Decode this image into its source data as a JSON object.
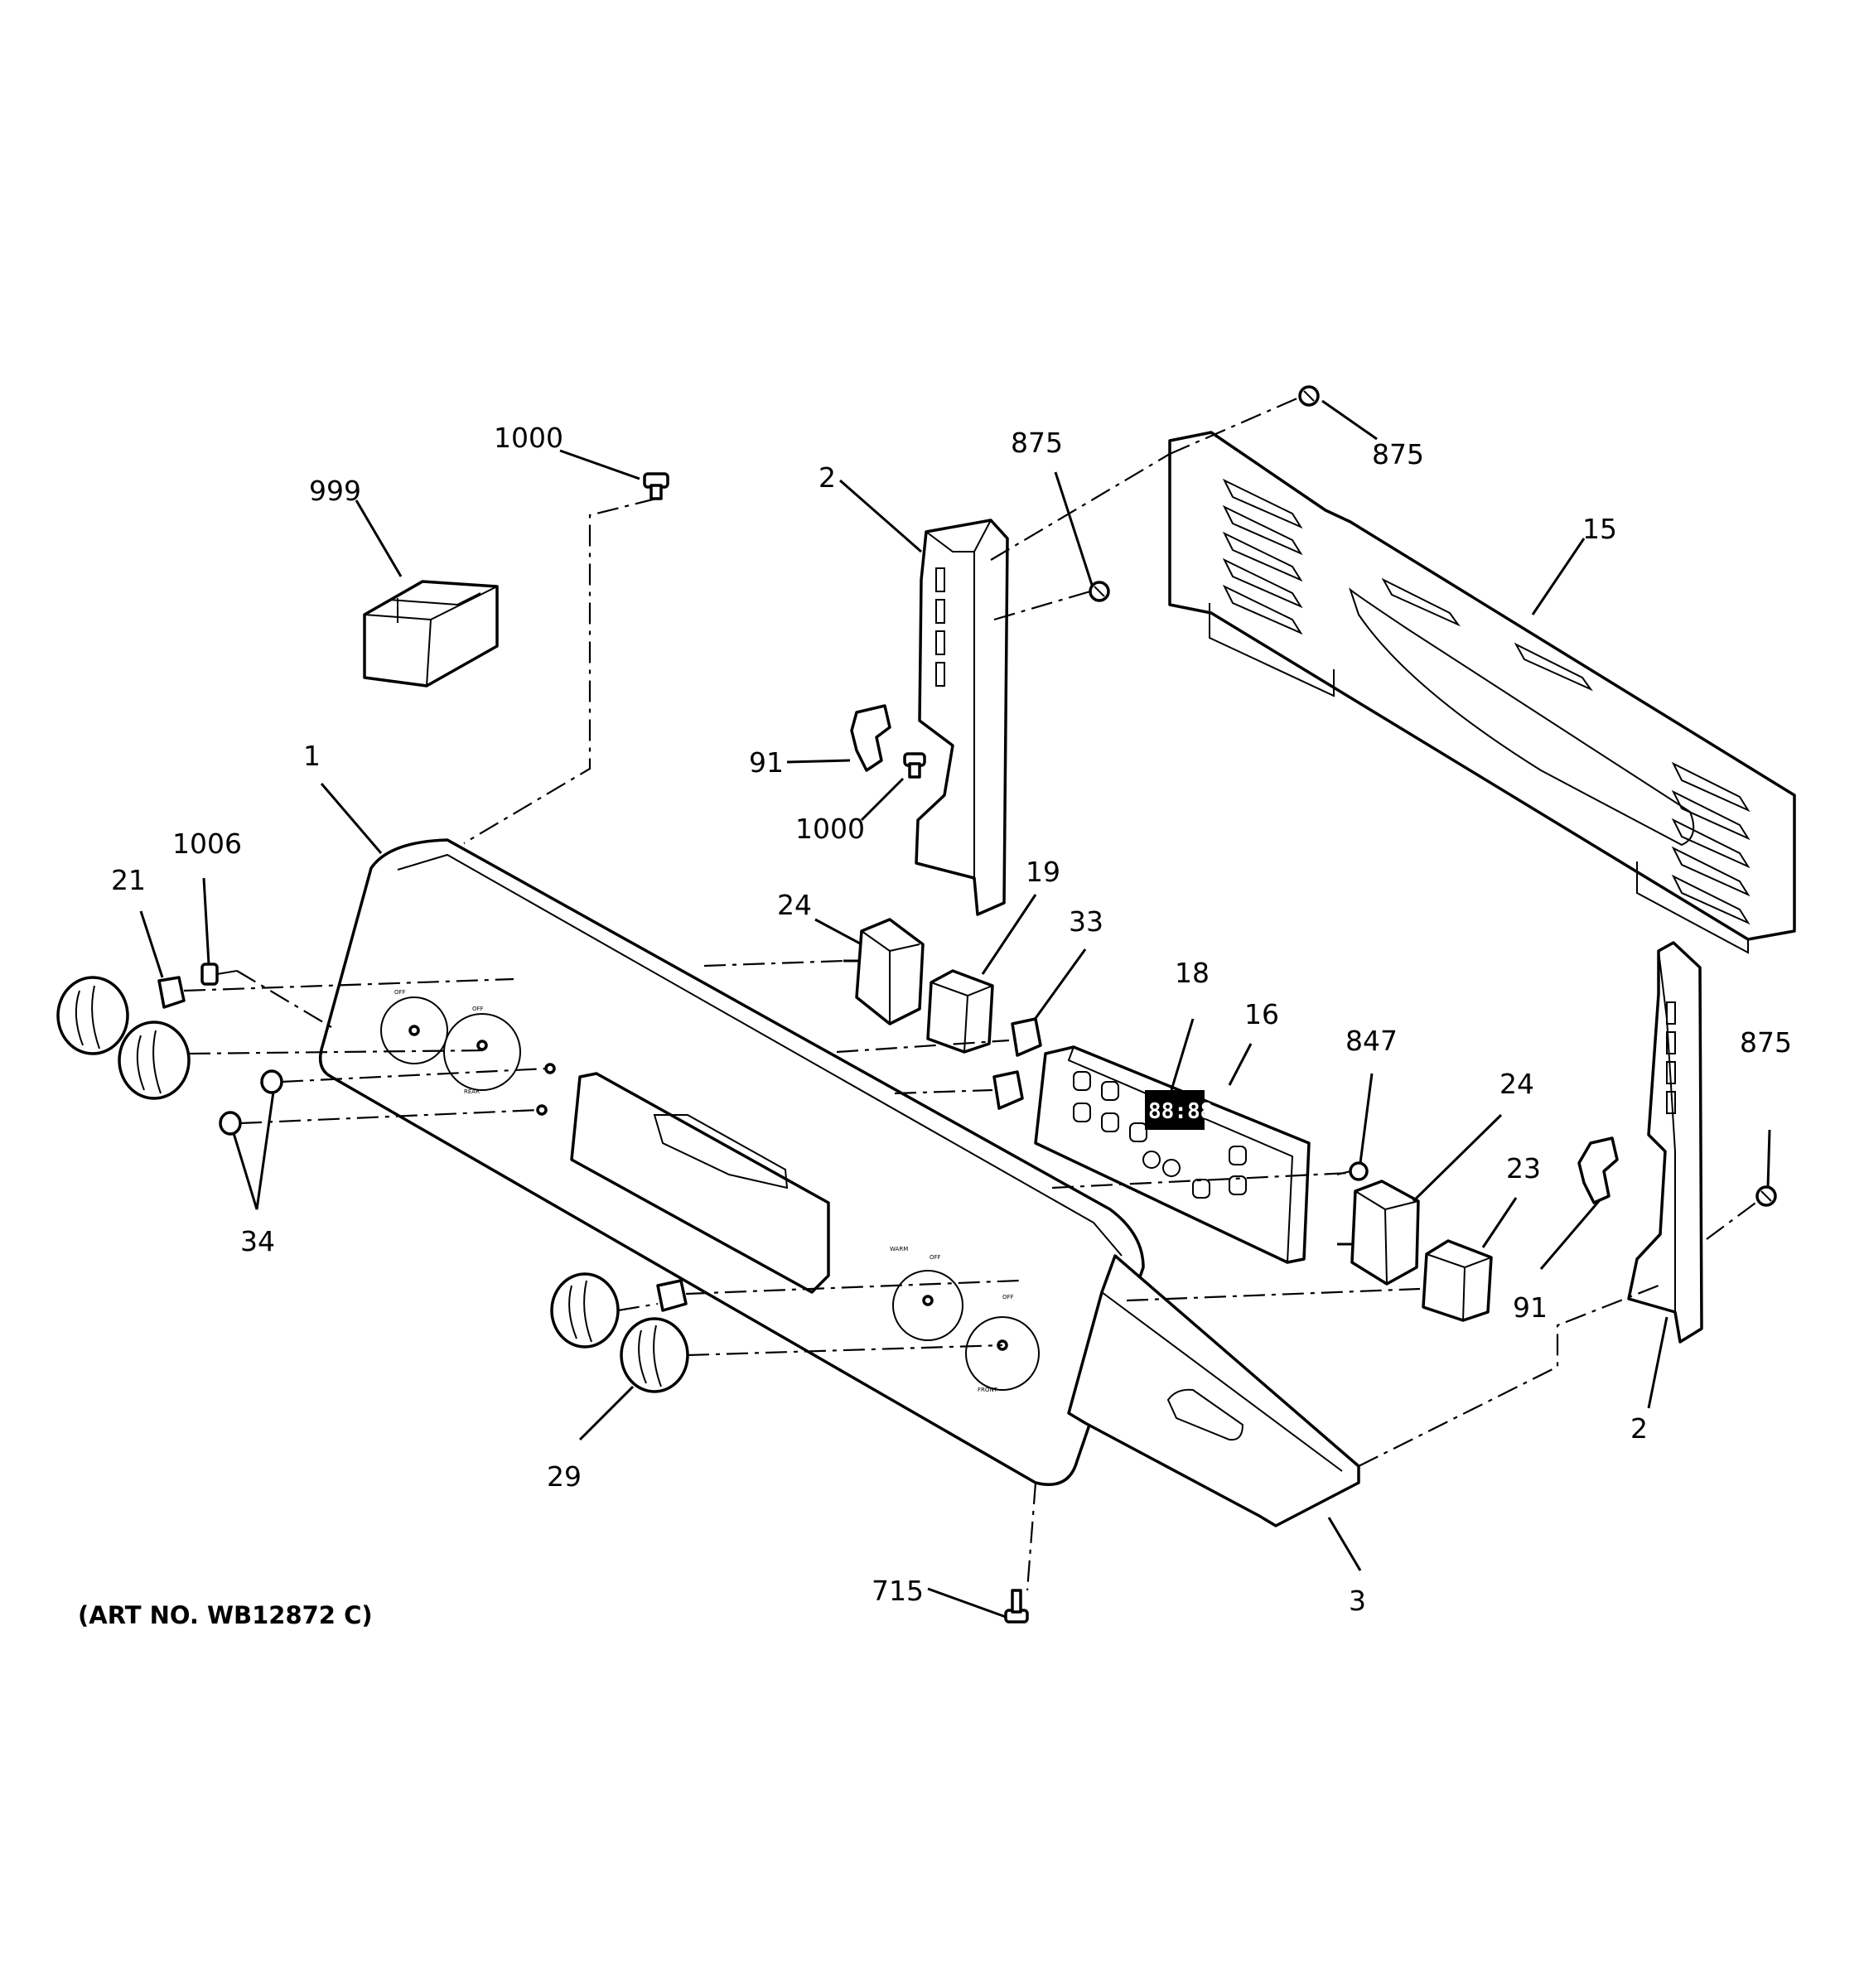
{
  "callouts": {
    "c_999": "999",
    "c_1000_top": "1000",
    "c_2_top": "2",
    "c_875_mid": "875",
    "c_875_top": "875",
    "c_15": "15",
    "c_91_left": "91",
    "c_1000_mid": "1000",
    "c_1": "1",
    "c_1006": "1006",
    "c_21": "21",
    "c_24_left": "24",
    "c_19": "19",
    "c_33": "33",
    "c_18": "18",
    "c_16": "16",
    "c_847": "847",
    "c_24_right": "24",
    "c_23": "23",
    "c_875_right": "875",
    "c_34": "34",
    "c_91_right": "91",
    "c_2_right": "2",
    "c_29": "29",
    "c_3": "3",
    "c_715": "715"
  },
  "art_number": "(ART NO. WB12872 C)",
  "display": {
    "digits": "88:88"
  }
}
